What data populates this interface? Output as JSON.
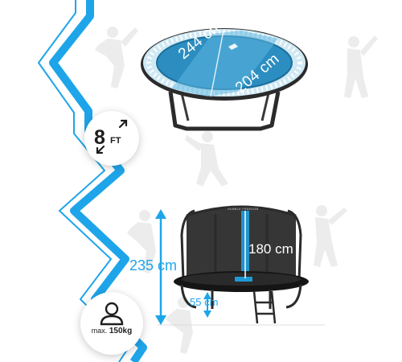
{
  "colors": {
    "accent": "#1ea5e9",
    "mat_blue": "#2c8ec0",
    "pad_blue": "#9fd3ea",
    "frame_dark": "#2b2b2b",
    "ring_light": "#d7dde2"
  },
  "icons": {
    "resize": "diagonal-arrows-icon",
    "user": "user-silhouette-icon"
  },
  "size_badge": {
    "value": "8",
    "unit": "FT"
  },
  "trampoline_top": {
    "diameter": "244 cm",
    "jump_area": "204 cm"
  },
  "trampoline_side": {
    "total_height": "235 cm",
    "net_height": "180 cm",
    "leg_height": "55 cm",
    "brand": "HUMBLE FREEDOM"
  },
  "weight_badge": {
    "prefix": "max.",
    "value": "150kg"
  }
}
